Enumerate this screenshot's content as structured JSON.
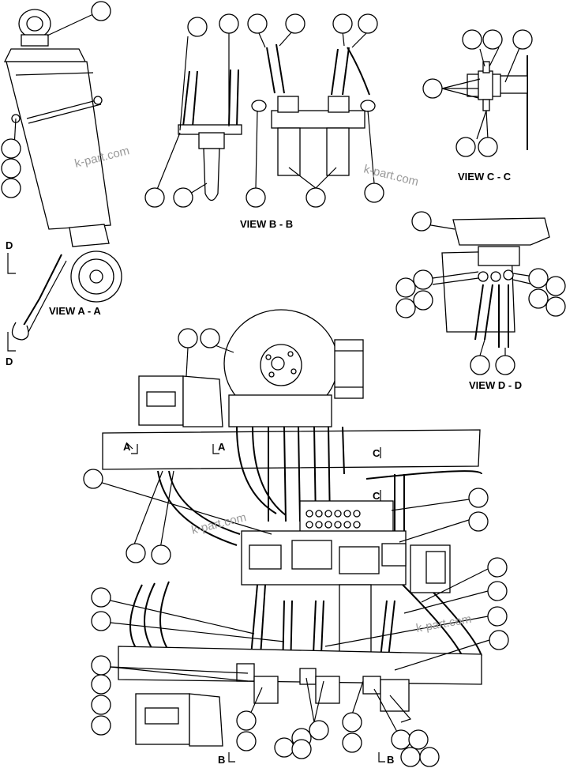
{
  "views": {
    "a": "VIEW A - A",
    "b": "VIEW B - B",
    "c": "VIEW C - C",
    "d": "VIEW D - D"
  },
  "section_marks": {
    "d_top": "D",
    "d_bottom": "D",
    "a_left": "A",
    "a_right": "A",
    "c_top": "C",
    "c_bottom": "C",
    "b_left": "B",
    "b_right": "B"
  },
  "watermark": "k-part.com"
}
